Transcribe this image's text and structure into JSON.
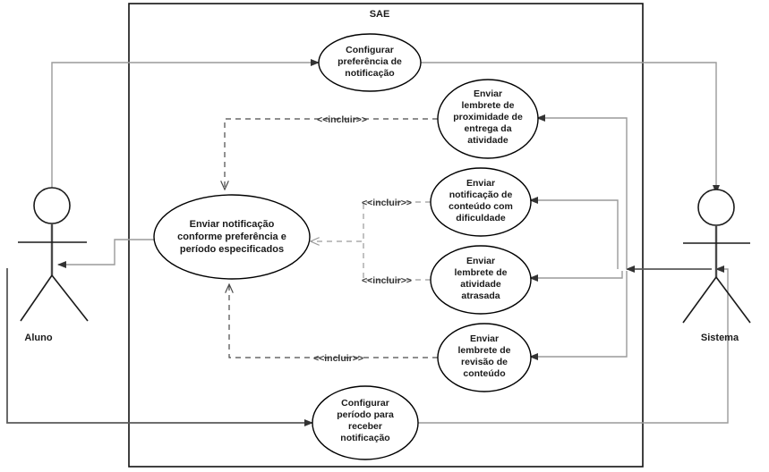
{
  "diagram": {
    "title": "SAE",
    "type": "uml-use-case-diagram",
    "system_boundary_label": "SAE",
    "actors": [
      {
        "id": "aluno",
        "label": "Aluno",
        "side": "left"
      },
      {
        "id": "sistema",
        "label": "Sistema",
        "side": "right"
      }
    ],
    "use_cases": [
      {
        "id": "uc-configurar-preferencia",
        "lines": [
          "Configurar",
          "preferência de",
          "notificação"
        ]
      },
      {
        "id": "uc-enviar-notificacao-principal",
        "lines": [
          "Enviar notificação",
          "conforme preferência e",
          "período especificados"
        ]
      },
      {
        "id": "uc-lembrete-proximidade",
        "lines": [
          "Enviar",
          "lembrete de",
          "proximidade de",
          "entrega da",
          "atividade"
        ]
      },
      {
        "id": "uc-notificacao-dificuldade",
        "lines": [
          "Enviar",
          "notificação de",
          "conteúdo com",
          "dificuldade"
        ]
      },
      {
        "id": "uc-lembrete-atraso",
        "lines": [
          "Enviar",
          "lembrete de",
          "atividade",
          "atrasada"
        ]
      },
      {
        "id": "uc-lembrete-revisao",
        "lines": [
          "Enviar",
          "lembrete de",
          "revisão de",
          "conteúdo"
        ]
      },
      {
        "id": "uc-configurar-periodo",
        "lines": [
          "Configurar",
          "período para",
          "receber",
          "notificação"
        ]
      }
    ],
    "include_relations": [
      {
        "id": "inc-proximidade",
        "label": "<<incluir>>"
      },
      {
        "id": "inc-dificuldade",
        "label": "<<incluir>>"
      },
      {
        "id": "inc-atraso",
        "label": "<<incluir>>"
      },
      {
        "id": "inc-revisao",
        "label": "<<incluir>>"
      }
    ],
    "colors": {
      "background": "#ffffff",
      "stroke": "#000000",
      "association": "#9a9a9a",
      "association_dark": "#5a5a5a",
      "include": "#4a4a4a",
      "text": "#1a1a1a"
    }
  }
}
